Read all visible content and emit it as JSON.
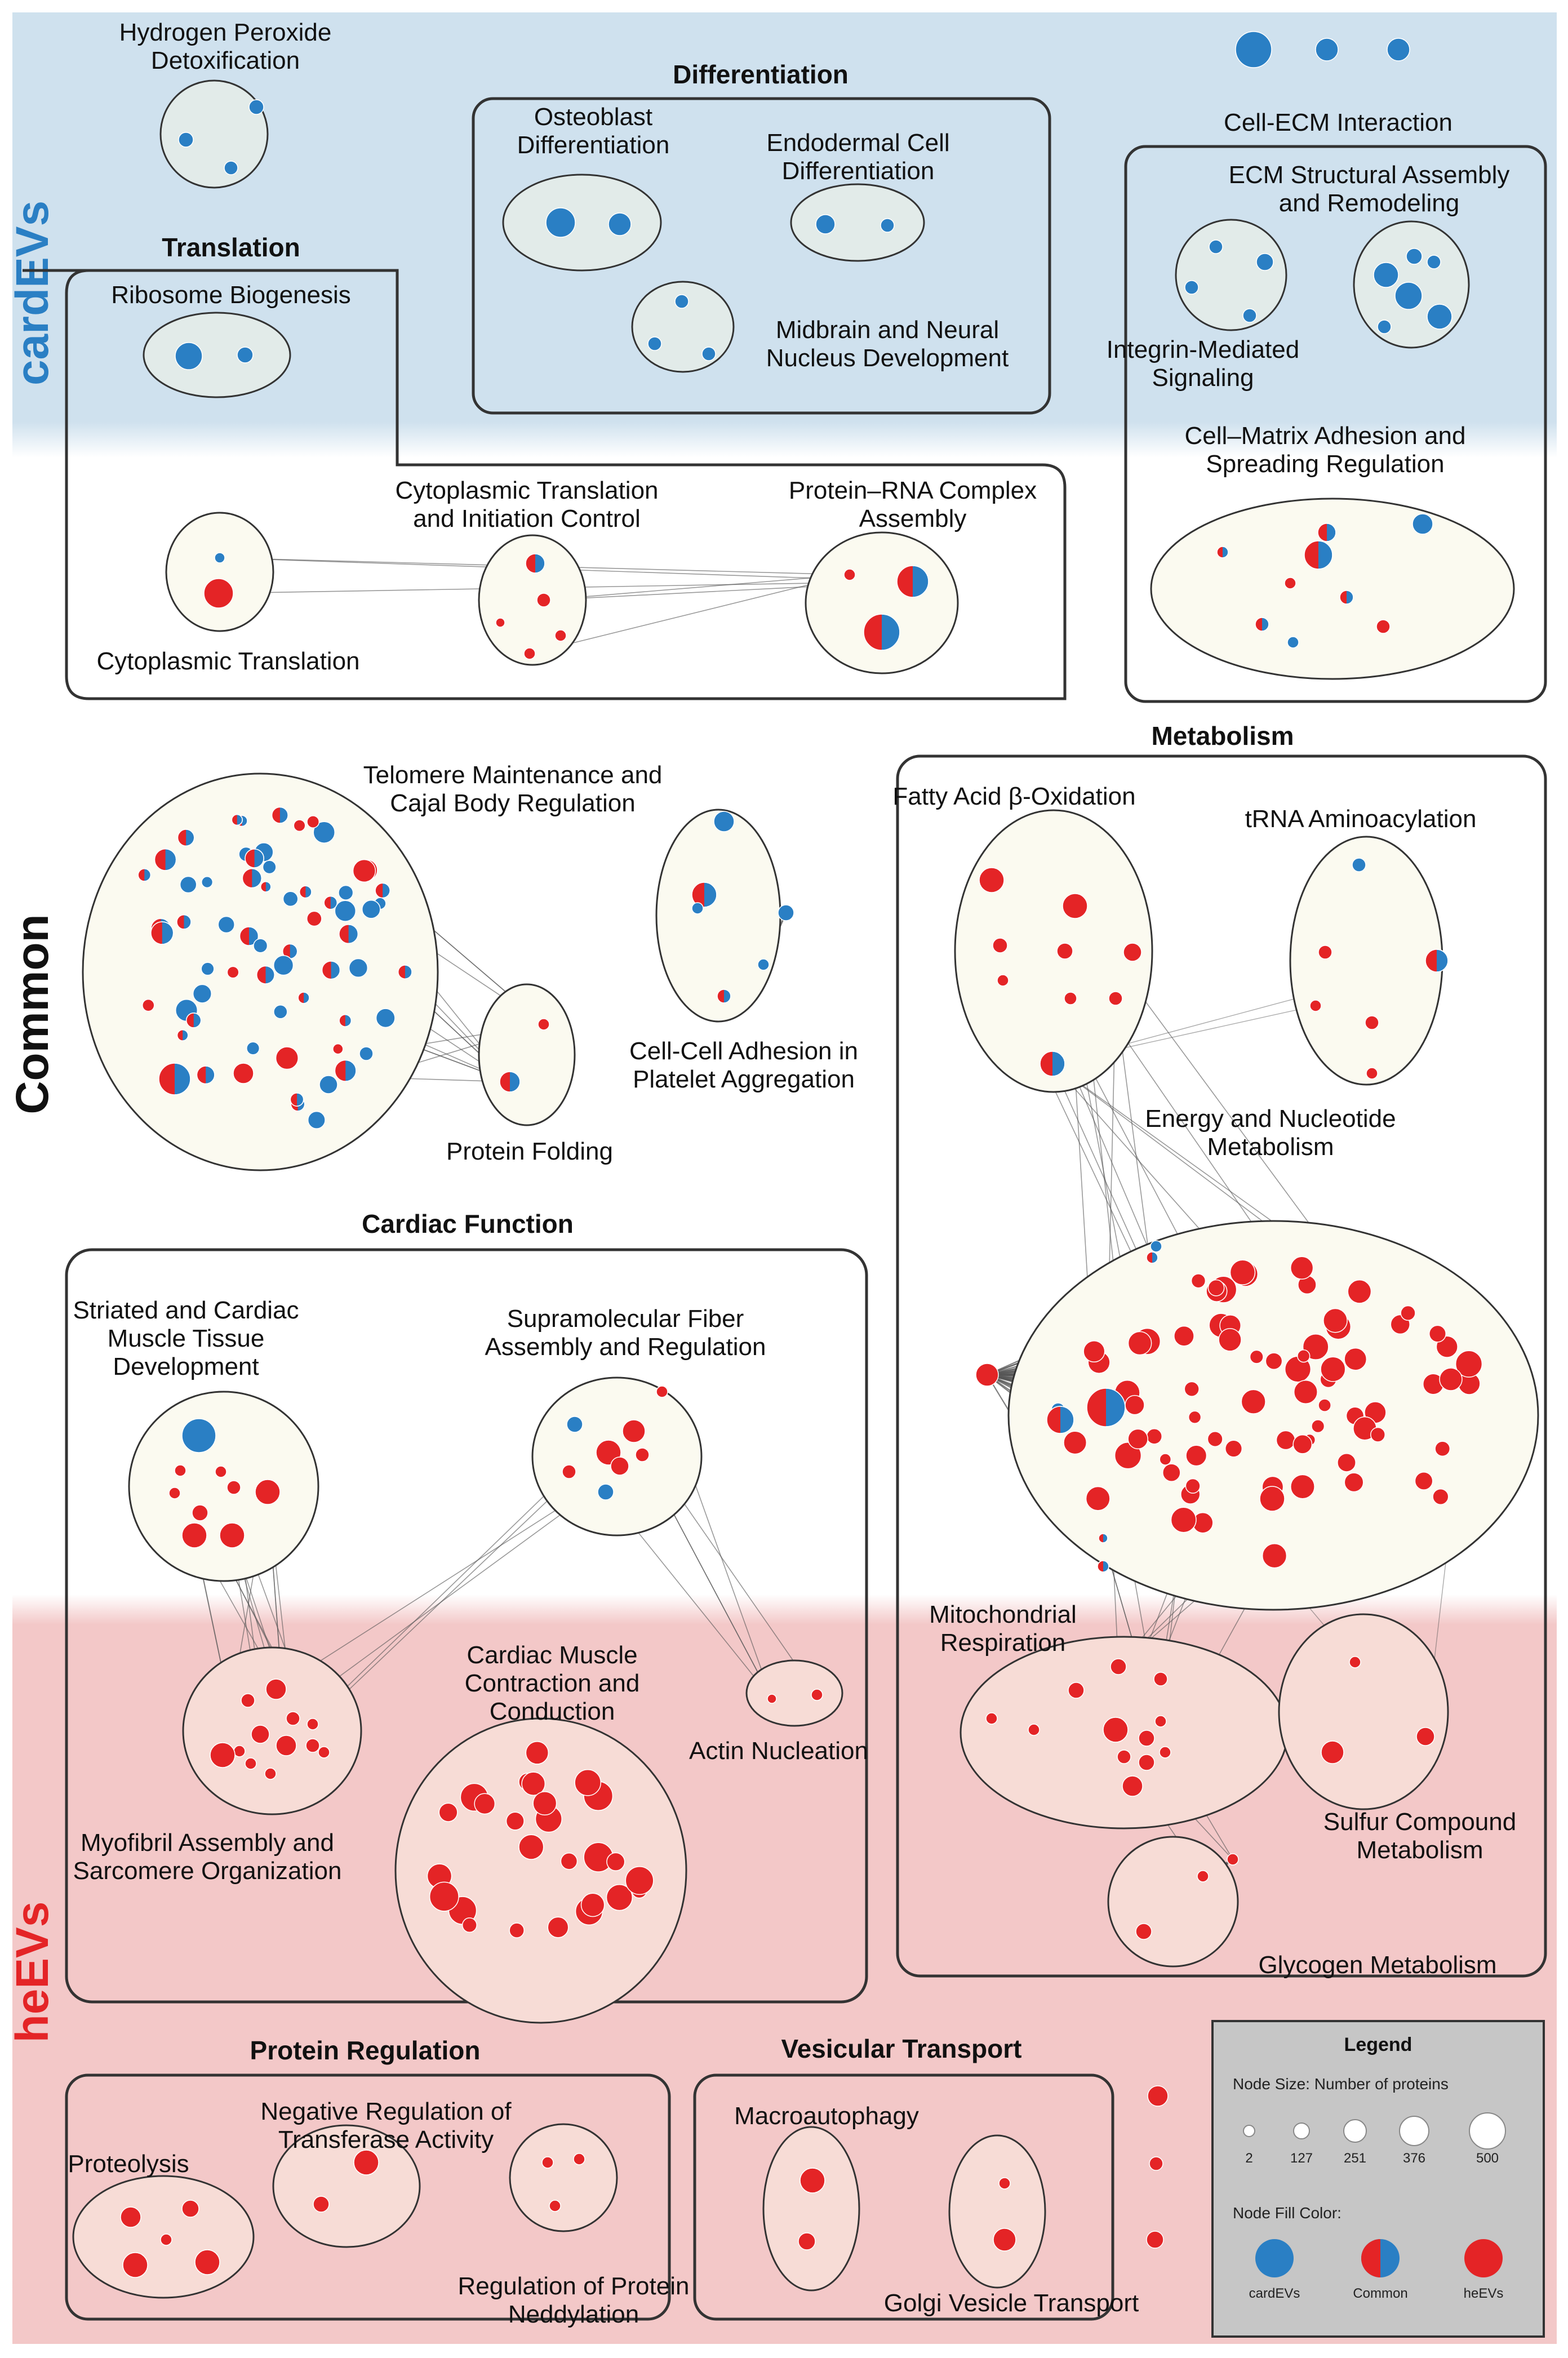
{
  "side_labels": {
    "top": "cardEVs",
    "middle": "Common",
    "bottom": "heEVs"
  },
  "colors": {
    "cardEVs": "#2a7fc4",
    "heEVs": "#e42426",
    "top_band": "#cfe1ee",
    "bottom_band": "#f3c8c8",
    "cluster_fill": "#fbfaf0",
    "legend_fill": "#c6c6c6"
  },
  "groups": {
    "differentiation": "Differentiation",
    "translation": "Translation",
    "cell_ecm": "Cell-ECM Interaction",
    "metabolism": "Metabolism",
    "cardiac_function": "Cardiac Function",
    "protein_regulation": "Protein Regulation",
    "vesicular_transport": "Vesicular Transport"
  },
  "clusters": {
    "hydrogen_peroxide": [
      "Hydrogen Peroxide",
      "Detoxification"
    ],
    "osteoblast": [
      "Osteoblast",
      "Differentiation"
    ],
    "endodermal": [
      "Endodermal Cell",
      "Differentiation"
    ],
    "midbrain": [
      "Midbrain and Neural",
      "Nucleus Development"
    ],
    "ribosome": [
      "Ribosome Biogenesis"
    ],
    "ecm_structural": [
      "ECM Structural Assembly",
      "and Remodeling"
    ],
    "integrin": [
      "Integrin-Mediated",
      "Signaling"
    ],
    "cytoplasmic_translation": [
      "Cytoplasmic Translation"
    ],
    "cyto_initiation": [
      "Cytoplasmic Translation",
      "and Initiation Control"
    ],
    "protein_rna": [
      "Protein–RNA Complex",
      "Assembly"
    ],
    "cell_matrix": [
      "Cell–Matrix Adhesion and",
      "Spreading Regulation"
    ],
    "telomere": [
      "Telomere Maintenance and",
      "Cajal Body Regulation"
    ],
    "protein_folding": [
      "Protein Folding"
    ],
    "platelet": [
      "Cell-Cell Adhesion in",
      "Platelet Aggregation"
    ],
    "fatty_acid": [
      "Fatty Acid β-Oxidation"
    ],
    "trna": [
      "tRNA Aminoacylation"
    ],
    "energy": [
      "Energy and Nucleotide",
      "Metabolism"
    ],
    "striated": [
      "Striated and Cardiac",
      "Muscle Tissue",
      "Development"
    ],
    "supramolecular": [
      "Supramolecular Fiber",
      "Assembly and Regulation"
    ],
    "myofibril": [
      "Myofibril Assembly and",
      "Sarcomere Organization"
    ],
    "cardiac_muscle": [
      "Cardiac Muscle",
      "Contraction and",
      "Conduction"
    ],
    "actin": [
      "Actin Nucleation"
    ],
    "mito": [
      "Mitochondrial",
      "Respiration"
    ],
    "sulfur": [
      "Sulfur Compound",
      "Metabolism"
    ],
    "glycogen": [
      "Glycogen Metabolism"
    ],
    "proteolysis": [
      "Proteolysis"
    ],
    "neg_reg": [
      "Negative Regulation of",
      "Transferase Activity"
    ],
    "neddylation": [
      "Regulation of Protein",
      "Neddylation"
    ],
    "macroautophagy": [
      "Macroautophagy"
    ],
    "golgi": [
      "Golgi Vesicle Transport"
    ]
  },
  "legend": {
    "title": "Legend",
    "size_title": "Node Size: Number of proteins",
    "sizes": [
      "2",
      "127",
      "251",
      "376",
      "500"
    ],
    "color_title": "Node Fill Color:",
    "colors": [
      "cardEVs",
      "Common",
      "heEVs"
    ]
  }
}
